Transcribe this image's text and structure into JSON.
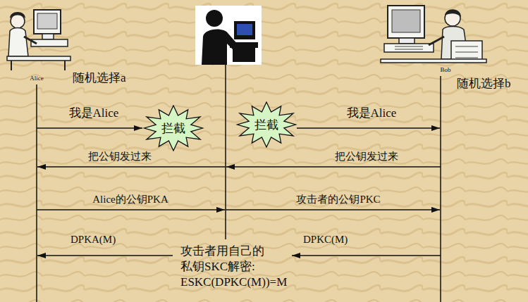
{
  "diagram": {
    "nodes": [
      {
        "text": [
          "拦截"
        ]
      },
      {
        "text": [
          "拦截"
        ]
      }
    ],
    "labels": [
      "Alice",
      "Bob",
      "随机选择a",
      "随机选择b",
      "我是Alice",
      "我是Alice",
      "把公钥发过来",
      "把公钥发过来",
      "Alice的公钥PKA",
      "攻击者的公钥PKC",
      "DPKA(M)",
      "DPKC(M)",
      "攻击者用自己的 私钥SKC解密: ESKC(DPKC(M))=M"
    ]
  }
}
